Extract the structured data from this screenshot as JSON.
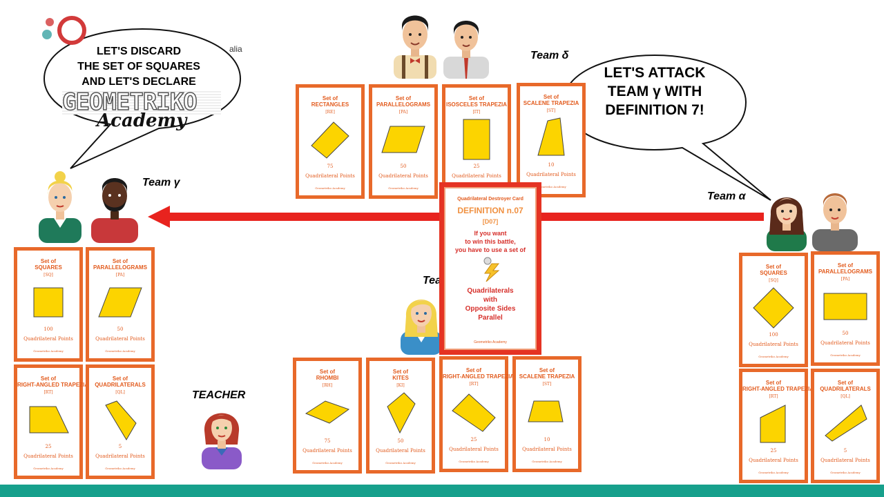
{
  "bubbles": {
    "left": {
      "lines": [
        "LET'S DISCARD",
        "THE SET OF SQUARES",
        "AND LET'S DECLARE"
      ]
    },
    "right": {
      "lines": [
        "LET'S ATTACK",
        "TEAM γ WITH",
        "DEFINITION 7!"
      ]
    }
  },
  "logo": {
    "line1": "GEOMETRIKO",
    "line2": "Academy",
    "fragment": "alia"
  },
  "teams": {
    "delta": "Team δ",
    "gamma": "Team γ",
    "alpha": "Team α",
    "beta_partial": "Tea",
    "teacher": "TEACHER"
  },
  "card_common": {
    "set_of": "Set of",
    "points_label": "Quadrilateral Points",
    "footer": "Geometriko Academy"
  },
  "cards": {
    "delta": [
      {
        "name": "RECTANGLES",
        "code": "[RE]",
        "points": "75"
      },
      {
        "name": "PARALLELOGRAMS",
        "code": "[PA]",
        "points": "50"
      },
      {
        "name": "ISOSCELES TRAPEZIA",
        "code": "[IT]",
        "points": "25"
      },
      {
        "name": "SCALENE TRAPEZIA",
        "code": "[ST]",
        "points": "10"
      }
    ],
    "gamma": [
      {
        "name": "SQUARES",
        "code": "[SQ]",
        "points": "100"
      },
      {
        "name": "PARALLELOGRAMS",
        "code": "[PA]",
        "points": "50"
      },
      {
        "name": "RIGHT-ANGLED TRAPEZIA",
        "code": "[RT]",
        "points": "25"
      },
      {
        "name": "QUADRILATERALS",
        "code": "[QL]",
        "points": "5"
      }
    ],
    "beta": [
      {
        "name": "RHOMBI",
        "code": "[RH]",
        "points": "75"
      },
      {
        "name": "KITES",
        "code": "[KI]",
        "points": "50"
      },
      {
        "name": "RIGHT-ANGLED TRAPEZIA",
        "code": "[RT]",
        "points": "25"
      },
      {
        "name": "SCALENE TRAPEZIA",
        "code": "[ST]",
        "points": "10"
      }
    ],
    "alpha": [
      {
        "name": "SQUARES",
        "code": "[SQ]",
        "points": "100"
      },
      {
        "name": "PARALLELOGRAMS",
        "code": "[PA]",
        "points": "50"
      },
      {
        "name": "RIGHT-ANGLED TRAPEZIA",
        "code": "[RT]",
        "points": "25"
      },
      {
        "name": "QUADRILATERALS",
        "code": "[QL]",
        "points": "5"
      }
    ]
  },
  "destroyer": {
    "kind": "Quadrilateral Destroyer Card",
    "title": "DEFINITION n.07",
    "code": "[D07]",
    "text": [
      "If you want",
      "to win this battle,",
      "you have to use a set of"
    ],
    "quad": [
      "Quadrilaterals",
      "with",
      "Opposite Sides",
      "Parallel"
    ],
    "footer": "Geometriko Academy"
  },
  "colors": {
    "card_orange": "#e8692a",
    "shape_yellow": "#fcd400",
    "arrow_red": "#e8231e",
    "bar_teal": "#17a08c"
  }
}
